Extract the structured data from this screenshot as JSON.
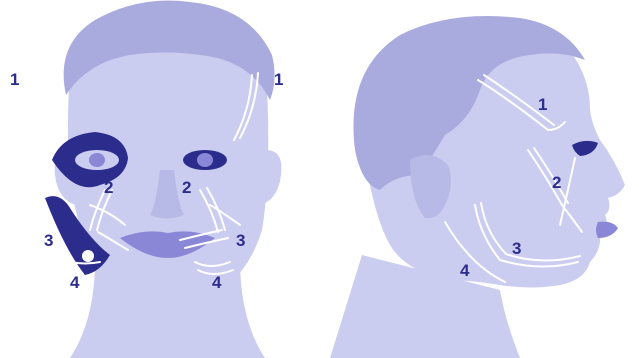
{
  "figure": {
    "front_view": {
      "labels_right_side": [
        "1",
        "2",
        "3",
        "4"
      ],
      "labels_left_side": [
        "1",
        "2",
        "3",
        "4"
      ]
    },
    "profile_view": {
      "labels": [
        "1",
        "2",
        "3",
        "4"
      ]
    }
  },
  "colors": {
    "skin": "#cbcdf0",
    "hair": "#a9abde",
    "shadow": "#b7b9e6",
    "line": "#ffffff",
    "accent": "#2c2c8c",
    "lips": "#8a88d6",
    "label": "#2c2c8c"
  }
}
